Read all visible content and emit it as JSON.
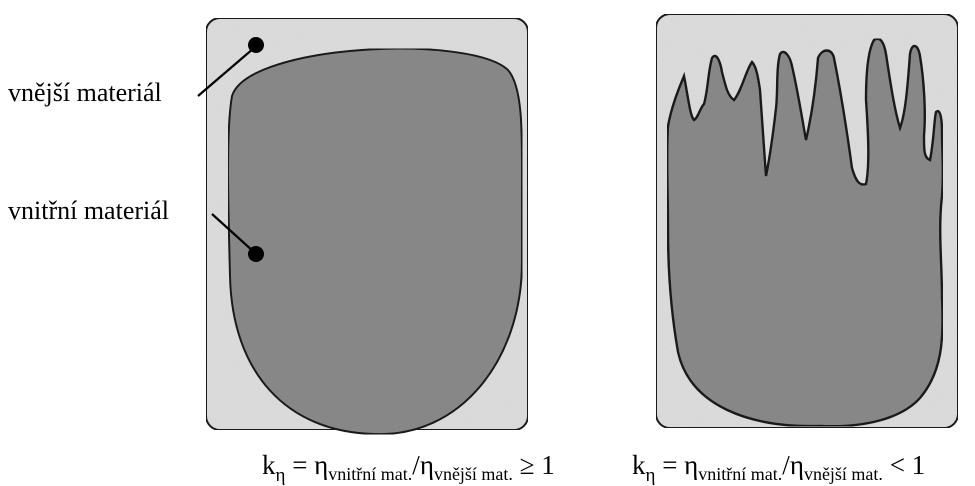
{
  "labels": {
    "outer_material": "vnější materiál",
    "inner_material": "vnitřní materiál"
  },
  "formulas": {
    "left": {
      "k": "k",
      "k_sub": "η",
      "eq": " = ",
      "eta1": "η",
      "eta1_sub": "vnitřní mat.",
      "slash": "/",
      "eta2": "η",
      "eta2_sub": "vnější mat.",
      "relation": " ≥ 1"
    },
    "right": {
      "k": "k",
      "k_sub": "η",
      "eq": " = ",
      "eta1": "η",
      "eta1_sub": "vnitřní mat.",
      "slash": "/",
      "eta2": "η",
      "eta2_sub": "vnější mat.",
      "relation": " < 1"
    }
  },
  "colors": {
    "outer_fill": "#dedede",
    "inner_fill": "#8a8a8a",
    "outline": "#1a1a1a",
    "leader": "#000000"
  }
}
